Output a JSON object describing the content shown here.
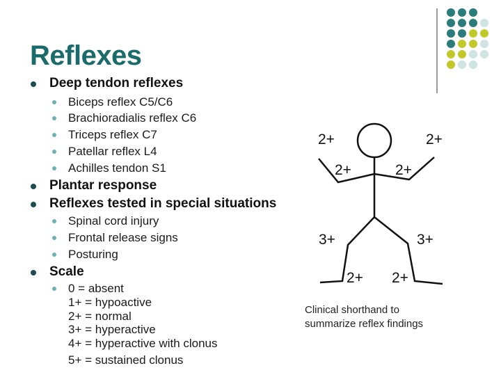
{
  "title": "Reflexes",
  "sections": [
    {
      "label": "Deep tendon reflexes",
      "items": [
        "Biceps reflex C5/C6",
        "Brachioradialis reflex C6",
        "Triceps reflex C7",
        "Patellar reflex L4",
        "Achilles tendon S1"
      ]
    },
    {
      "label": "Plantar response",
      "items": []
    },
    {
      "label": "Reflexes tested in special situations",
      "items": [
        "Spinal cord injury",
        "Frontal release signs",
        "Posturing"
      ]
    },
    {
      "label": "Scale",
      "items": []
    }
  ],
  "scale": [
    "0 = absent",
    "1+ = hypoactive",
    "2+ = normal",
    "3+ = hyperactive",
    "4+ = hyperactive with clonus",
    "5+ = sustained clonus"
  ],
  "figure": {
    "labels": {
      "upper_arm_left": "2+",
      "upper_arm_right": "2+",
      "elbow_left": "2+",
      "elbow_right": "2+",
      "knee_left": "3+",
      "knee_right": "3+",
      "ankle_left": "2+",
      "ankle_right": "2+"
    },
    "caption_line1": "Clinical shorthand to",
    "caption_line2": "summarize reflex findings"
  },
  "colors": {
    "title": "#1b6b6b",
    "dot_teal": "#2a7d7a",
    "dot_lime": "#c3c92a",
    "dot_light": "#cfe3e3"
  }
}
